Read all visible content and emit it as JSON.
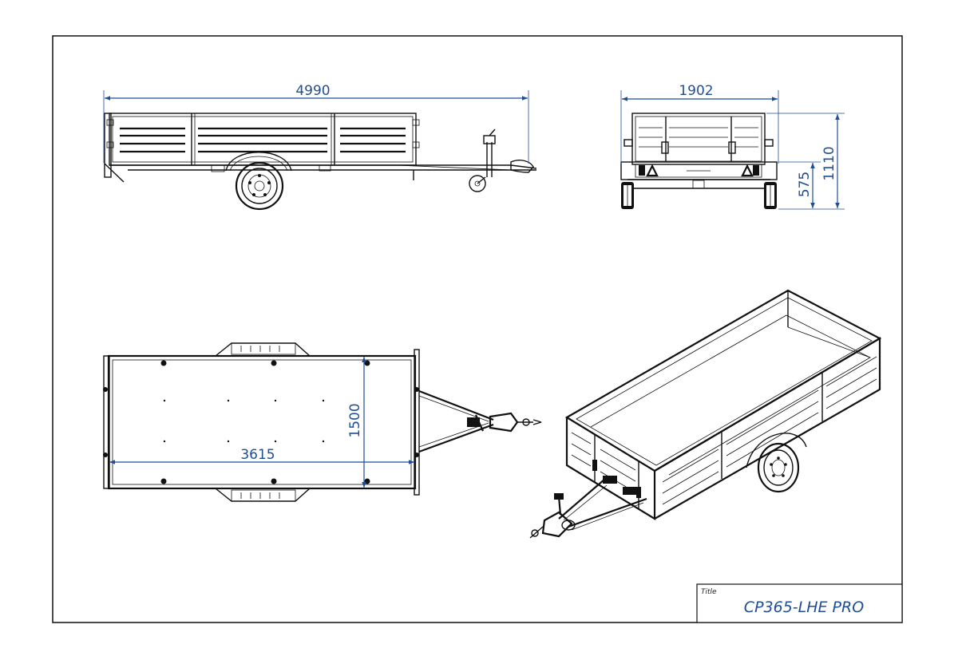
{
  "views": {
    "side": {
      "overall_length": "4990"
    },
    "rear": {
      "overall_width": "1902",
      "overall_height": "1110",
      "deck_height": "575"
    },
    "top": {
      "box_width": "1500",
      "box_length": "3615"
    }
  },
  "title_block": {
    "label": "Title",
    "model": "CP365-LHE PRO"
  },
  "colors": {
    "dimension": "#1f4e96",
    "linework": "#111111",
    "background": "#ffffff"
  }
}
